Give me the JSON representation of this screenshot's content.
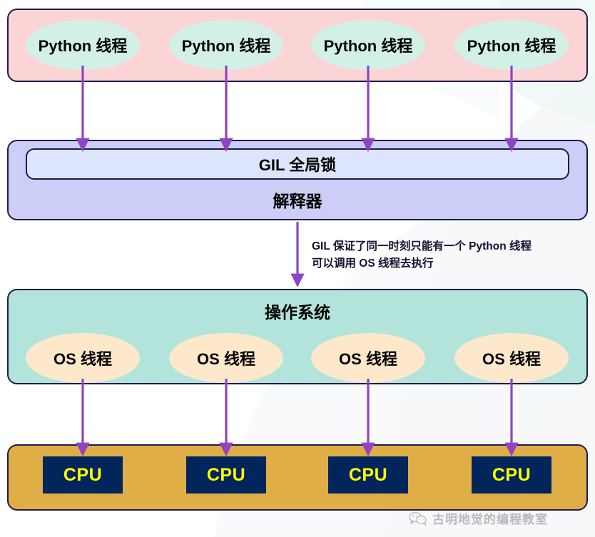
{
  "diagram": {
    "title_semantic": "python-gil-threading-diagram",
    "colors": {
      "pink_band": "#fbd4d6",
      "lavender_band": "#ccceF5",
      "gil_inner": "#dce5fb",
      "teal_band": "#b2e4dc",
      "gold_band": "#e0ae47",
      "mint_ellipse": "#d3f0e6",
      "peach_ellipse": "#fde8cc",
      "cpu_chip": "#02255c",
      "cpu_text": "#ffff00",
      "arrow": "#8e44c4",
      "border": "#1d1b4b"
    },
    "layers": [
      {
        "id": "python-threads",
        "kind": "band",
        "nodes": [
          {
            "label": "Python 线程"
          },
          {
            "label": "Python 线程"
          },
          {
            "label": "Python 线程"
          },
          {
            "label": "Python 线程"
          }
        ]
      },
      {
        "id": "interpreter",
        "kind": "band",
        "title": "解释器",
        "inner_box_label": "GIL 全局锁"
      },
      {
        "id": "operating-system",
        "kind": "band",
        "title": "操作系统",
        "nodes": [
          {
            "label": "OS 线程"
          },
          {
            "label": "OS 线程"
          },
          {
            "label": "OS 线程"
          },
          {
            "label": "OS 线程"
          }
        ]
      },
      {
        "id": "cpus",
        "kind": "band",
        "nodes": [
          {
            "label": "CPU"
          },
          {
            "label": "CPU"
          },
          {
            "label": "CPU"
          },
          {
            "label": "CPU"
          }
        ]
      }
    ],
    "annotation": {
      "line1": "GIL 保证了同一时刻只能有一个 Python 线程",
      "line2": "可以调用 OS 线程去执行"
    },
    "watermark": {
      "text": "古明地觉的编程教室",
      "icon": "wechat-icon"
    }
  }
}
